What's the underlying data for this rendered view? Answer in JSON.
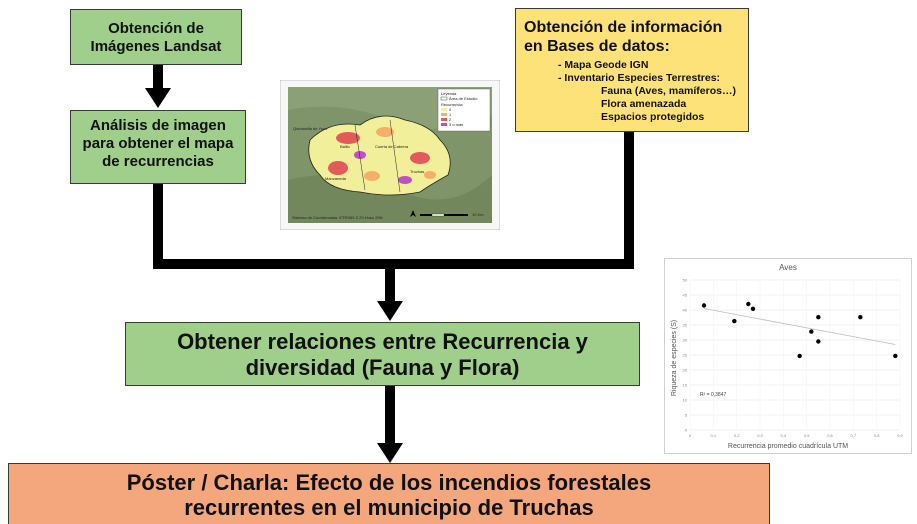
{
  "boxes": {
    "landsat": [
      "Obtención de",
      "Imágenes Landsat"
    ],
    "analisis": [
      "Análisis de imagen",
      "para obtener el mapa",
      "de recurrencias"
    ],
    "bd": {
      "title": [
        "Obtención de información",
        "en Bases de datos:"
      ],
      "items": [
        "- Mapa Geode IGN",
        "- Inventario Especies Terrestres:",
        "Fauna (Aves, mamíferos…)",
        "Flora amenazada",
        "Espacios protegidos"
      ]
    },
    "relaciones": [
      "Obtener relaciones entre Recurrencia y",
      "diversidad (Fauna y Flora)"
    ],
    "poster": [
      "Póster / Charla: Efecto de los incendios forestales",
      "recurrentes en el municipio de Truchas"
    ]
  },
  "map": {
    "legend_title": "Leyenda",
    "legend_area": "Área de Estudio",
    "legend_sub": "Recurrencia",
    "legend_items": [
      "0",
      "1",
      "2",
      "3 o más"
    ],
    "colors": [
      "#f2ef9a",
      "#f4b06a",
      "#e25a5a",
      "#c050c0"
    ],
    "places": [
      "Truchas",
      "Quintanilla de Yuso",
      "Baillo",
      "Manzaneda",
      "Cuerta de Cabrera"
    ],
    "crs": "Sistema de Coordenadas: ETRS89 Z 29 Huso 29N",
    "scale_unit": "10 Km"
  },
  "chart_data": {
    "type": "scatter",
    "title": "Aves",
    "xlabel": "Recurrencia promedio cuadrícula UTM",
    "ylabel": "Riqueza de especies (S)",
    "xlim": [
      0,
      0.9
    ],
    "ylim": [
      0,
      50
    ],
    "xticks": [
      "0",
      "0,1",
      "0,2",
      "0,3",
      "0,4",
      "0,5",
      "0,6",
      "0,7",
      "0,8",
      "0,9"
    ],
    "yticks": [
      "0",
      "5",
      "10",
      "15",
      "20",
      "25",
      "30",
      "35",
      "40",
      "45",
      "50"
    ],
    "points": [
      {
        "x": 0.06,
        "y": 41.5
      },
      {
        "x": 0.19,
        "y": 36.3
      },
      {
        "x": 0.25,
        "y": 42.0
      },
      {
        "x": 0.27,
        "y": 40.4
      },
      {
        "x": 0.47,
        "y": 24.7
      },
      {
        "x": 0.52,
        "y": 32.8
      },
      {
        "x": 0.55,
        "y": 37.6
      },
      {
        "x": 0.55,
        "y": 29.5
      },
      {
        "x": 0.73,
        "y": 37.6
      },
      {
        "x": 0.88,
        "y": 24.7
      }
    ],
    "trend": {
      "x0": 0.06,
      "y0": 40.5,
      "x1": 0.88,
      "y1": 28.5
    },
    "r2_label": "R² = 0,3847",
    "grid": true
  }
}
